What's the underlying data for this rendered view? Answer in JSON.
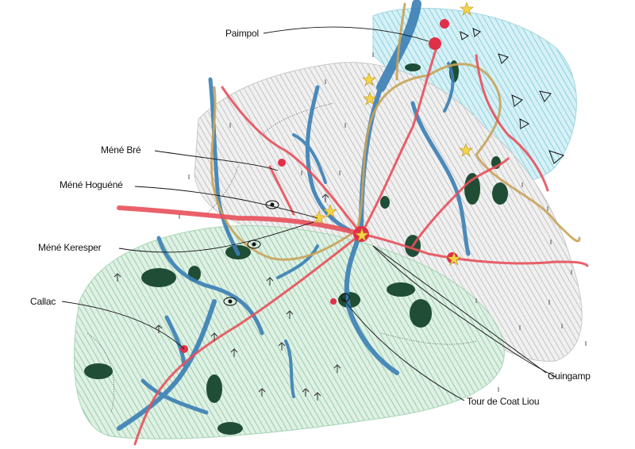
{
  "map": {
    "labels": {
      "paimpol": "Paimpol",
      "mene_bre": "Méné Bré",
      "mene_hogene": "Méné Hoguéné",
      "mene_keresper": "Méné Keresper",
      "callac": "Callac",
      "guingamp": "Guingamp",
      "tour_coat_liou": "Tour de Coat Liou"
    },
    "colors": {
      "coast_zone": "#8fd3e0",
      "plateau_zone": "#bdbdbd",
      "bocage_zone": "#8cc9a0",
      "river": "#3a7fb5",
      "road": "#e8505b",
      "trail": "#c9a45a",
      "woodland": "#1f4d35",
      "settlement": "#e03048",
      "landmark": "#f5d547"
    },
    "icons": [
      "star-icon",
      "eye-icon",
      "windmill-icon",
      "triangle-icon",
      "tower-icon"
    ]
  }
}
